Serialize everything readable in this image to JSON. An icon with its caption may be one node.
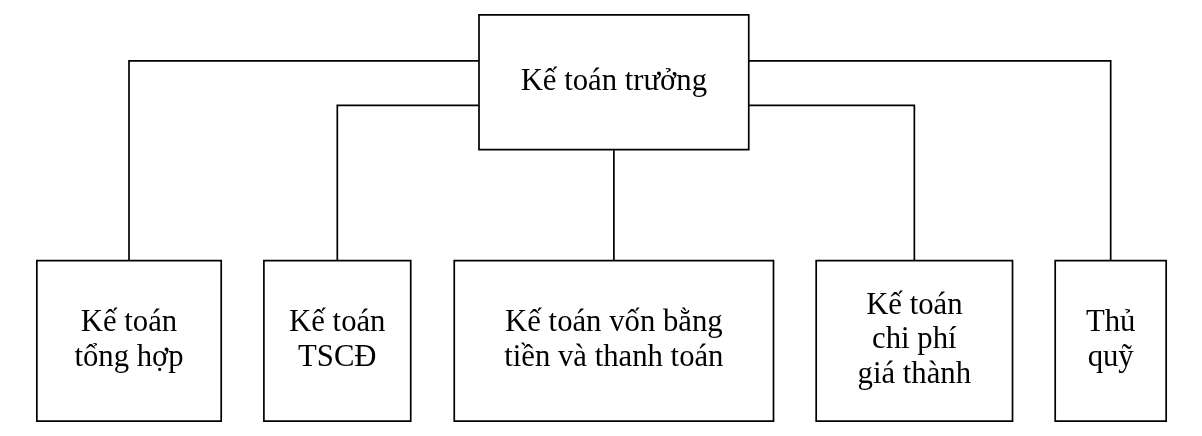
{
  "diagram": {
    "nodes": [
      {
        "text": [
          "Kế toán trưởng"
        ]
      },
      {
        "text": [
          "Kế toán tổng hợp"
        ]
      },
      {
        "text": [
          "Kế toán TSCĐ"
        ]
      },
      {
        "text": [
          "Kế toán vốn bằng tiền và thanh toán"
        ]
      },
      {
        "text": [
          "Kế toán chi phí giá thành"
        ]
      },
      {
        "text": [
          "Thủ quỹ"
        ]
      }
    ],
    "edges": [
      {
        "from": 0,
        "to": 1,
        "arrow": "none"
      },
      {
        "from": 0,
        "to": 2,
        "arrow": "none"
      },
      {
        "from": 0,
        "to": 3,
        "arrow": "none"
      },
      {
        "from": 0,
        "to": 4,
        "arrow": "none"
      },
      {
        "from": 0,
        "to": 5,
        "arrow": "none"
      }
    ]
  }
}
